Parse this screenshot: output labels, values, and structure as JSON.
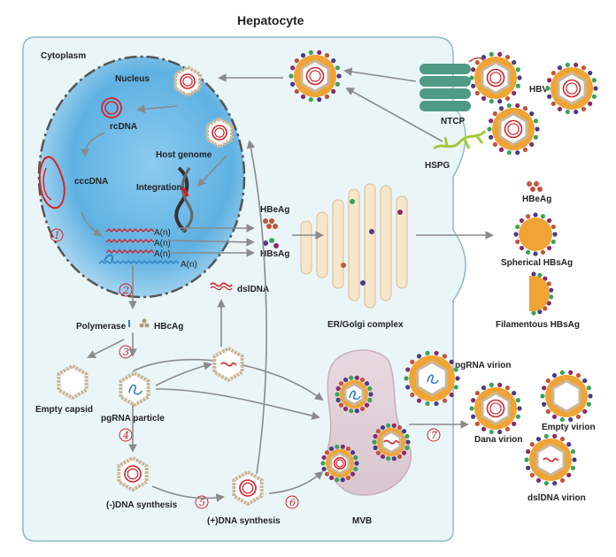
{
  "title": "Hepatocyte",
  "compartments": {
    "cytoplasm": "Cytoplasm",
    "nucleus": "Nucleus",
    "er_golgi": "ER/Golgi complex",
    "mvb": "MVB"
  },
  "labels": {
    "rcdna": "rcDNA",
    "cccdna": "cccDNA",
    "host_genome": "Host genome",
    "integration": "Integration",
    "ntcp": "NTCP",
    "hspg": "HSPG",
    "hbv": "HBV",
    "hbeag_cyto": "HBeAg",
    "hbsag_cyto": "HBsAg",
    "dsldna": "dslDNA",
    "polymerase": "Polymerase",
    "hbcag": "HBcAg",
    "empty_capsid": "Empty capsid",
    "pgrna_particle": "pgRNA particle",
    "minus_dna": "(-)DNA synthesis",
    "plus_dna": "(+)DNA synthesis",
    "hbeag_out": "HBeAg",
    "spherical": "Spherical HBsAg",
    "filamentous": "Filamentous HBsAg",
    "pgrna_virion": "pgRNA virion",
    "dana_virion": "Dana virion",
    "empty_virion": "Empty virion",
    "dsldna_virion": "dslDNA virion",
    "polya": [
      "A(n)",
      "A(n)",
      "A(n)",
      "A(n)"
    ]
  },
  "steps": [
    "1",
    "2",
    "3",
    "4",
    "5",
    "6",
    "7"
  ],
  "colors": {
    "cell_bg": "#eaf5f8",
    "nucleus_blue": "#4fa6da",
    "capsid": "#c9b89a",
    "envelope": "#f0a434",
    "rna_red": "#d4232a",
    "ntcp_green": "#4e9a82",
    "hspg_green": "#a4c93c",
    "step_red": "#d4232a"
  }
}
